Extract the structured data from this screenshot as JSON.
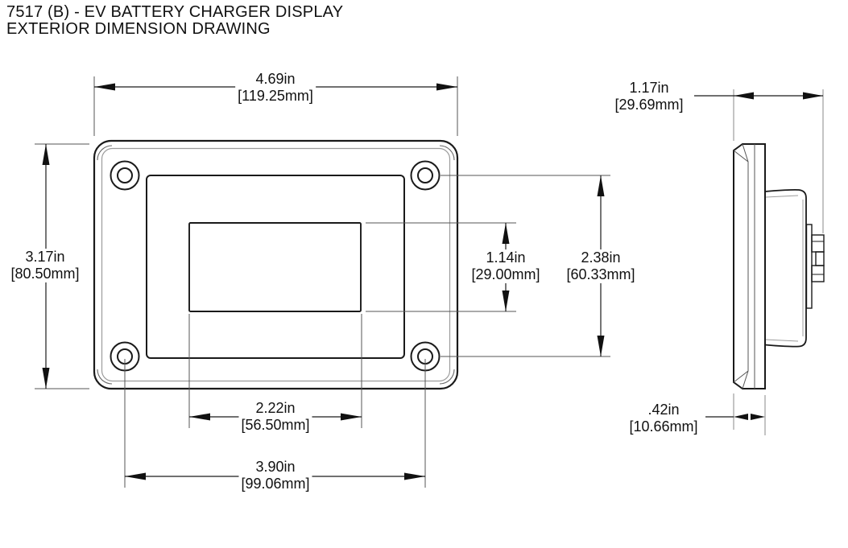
{
  "title": {
    "line1": "7517 (B) - EV BATTERY CHARGER DISPLAY",
    "line2": "EXTERIOR DIMENSION DRAWING"
  },
  "dimensions": {
    "overall_width": {
      "in": "4.69in",
      "mm": "[119.25mm]"
    },
    "overall_height": {
      "in": "3.17in",
      "mm": "[80.50mm]"
    },
    "display_opening_height": {
      "in": "1.14in",
      "mm": "[29.00mm]"
    },
    "mount_hole_vertical_spacing": {
      "in": "2.38in",
      "mm": "[60.33mm]"
    },
    "display_opening_width": {
      "in": "2.22in",
      "mm": "[56.50mm]"
    },
    "mount_hole_horizontal_spacing": {
      "in": "3.90in",
      "mm": "[99.06mm]"
    },
    "overall_depth": {
      "in": "1.17in",
      "mm": "[29.69mm]"
    },
    "bezel_depth": {
      "in": ".42in",
      "mm": "[10.66mm]"
    }
  },
  "colors": {
    "line": "#1a1a1a",
    "extension_line": "#555555",
    "side_extension_line": "#8a8a8a",
    "inner_edge": "#9c9c9c",
    "background": "#ffffff"
  }
}
